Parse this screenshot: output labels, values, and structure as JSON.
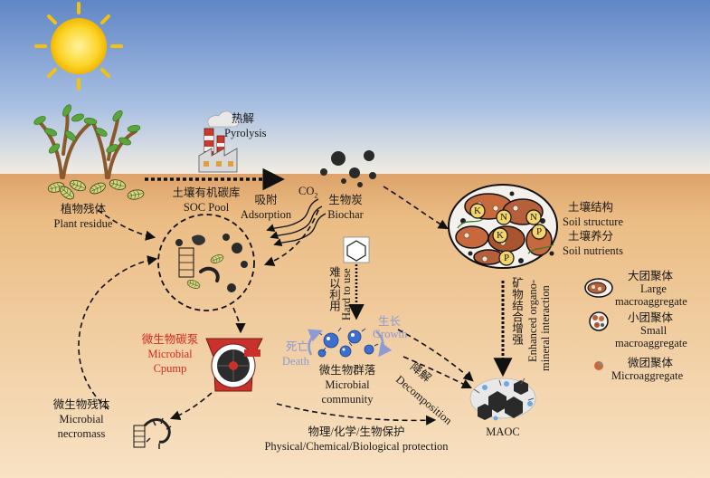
{
  "labels": {
    "pyrolysis_cn": "热解",
    "pyrolysis_en": "Pyrolysis",
    "plant_residue_cn": "植物残体",
    "plant_residue_en": "Plant residue",
    "soc_pool_cn": "土壤有机碳库",
    "soc_pool_en": "SOC Pool",
    "adsorption_cn": "吸附",
    "adsorption_en": "Adsorption",
    "co2": "CO",
    "co2_sub": "2",
    "biochar_cn": "生物炭",
    "biochar_en": "Biochar",
    "hard_to_use_cn": "难以利用",
    "hard_to_use_en": "Hard to use",
    "soil_structure_cn": "土壤结构",
    "soil_structure_en": "Soil structure",
    "soil_nutrients_cn": "土壤养分",
    "soil_nutrients_en": "Soil nutrients",
    "mineral_interaction_cn": "矿物结合增强",
    "mineral_interaction_en1": "Enhanced organo-",
    "mineral_interaction_en2": "mineral interaction",
    "microbial_cpump_cn": "微生物碳泵",
    "microbial_cpump_en1": "Microbial",
    "microbial_cpump_en2": "Cpump",
    "growth_cn": "生长",
    "growth_en": "Growth",
    "death_cn": "死亡",
    "death_en": "Death",
    "community_cn": "微生物群落",
    "community_en1": "Microbial",
    "community_en2": "community",
    "decomposition_cn": "降解",
    "decomposition_en": "Decomposition",
    "necromass_cn": "微生物残体",
    "necromass_en1": "Microbial",
    "necromass_en2": "necromass",
    "protection_cn": "物理/化学/生物保护",
    "protection_en": "Physical/Chemical/Biological protection",
    "maoc": "MAOC"
  },
  "legend": {
    "large_cn": "大团聚体",
    "large_en1": "Large",
    "large_en2": "macroaggregate",
    "small_cn": "小团聚体",
    "small_en1": "Small",
    "small_en2": "macroaggregate",
    "micro_cn": "微团聚体",
    "micro_en": "Microaggregate"
  },
  "nutrients": [
    "K",
    "N",
    "N",
    "K",
    "P",
    "P"
  ],
  "colors": {
    "sky_top": "#5f86c6",
    "soil": "#e9b77e",
    "accent_red": "#d42a1e",
    "aggregate_brown": "#b5603a",
    "nutrient_yellow": "#f3d56b",
    "biochar_black": "#2a2a2a",
    "microbe_blue": "#3d6fd0"
  }
}
